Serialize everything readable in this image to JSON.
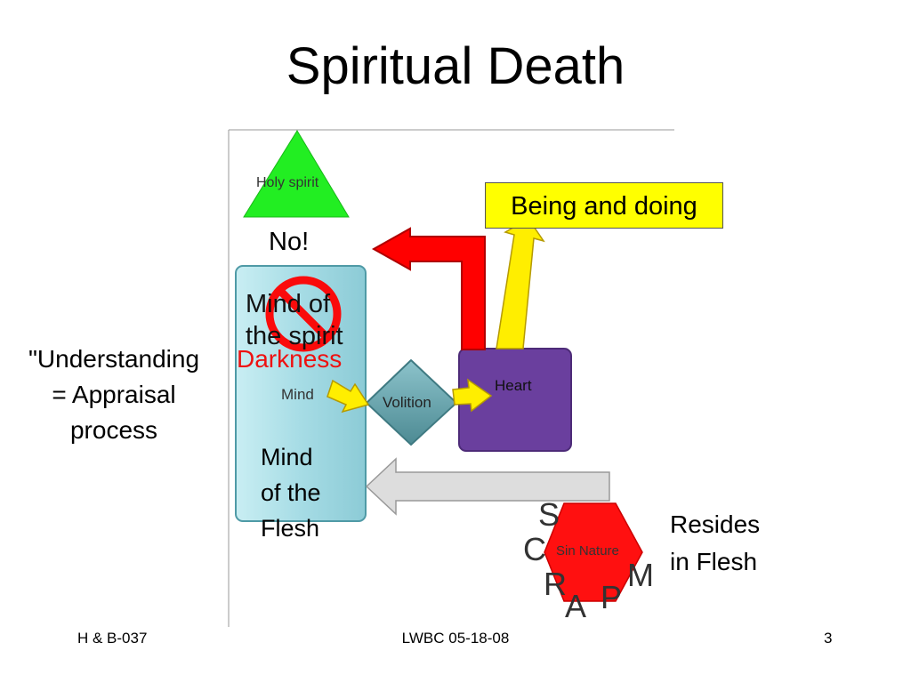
{
  "slide": {
    "title": "Spiritual Death"
  },
  "diagram": {
    "holy_spirit": "Holy spirit",
    "being_and_doing": "Being and doing",
    "no": "No!",
    "mind_of_spirit_line1": "Mind of",
    "mind_of_spirit_line2": "the spirit",
    "darkness": "Darkness",
    "mind": "Mind",
    "volition": "Volition",
    "heart": "Heart",
    "mind_of_flesh_line1": "Mind",
    "mind_of_flesh_line2": "of the",
    "mind_of_flesh_line3": "Flesh",
    "sin_nature": "Sin Nature",
    "letters": {
      "s": "S",
      "c": "C",
      "r": "R",
      "a": "A",
      "p": "P",
      "m": "M"
    },
    "resides_line1": "Resides",
    "resides_line2": "in Flesh"
  },
  "side_note": {
    "line1": "\"Understanding",
    "line2": "= Appraisal",
    "line3": "process"
  },
  "footer": {
    "left": "H & B-037",
    "center": "LWBC 05-18-08",
    "right": "3"
  },
  "colors": {
    "holy_spirit": "#22ee22",
    "mind_panel": "#a9dde6",
    "heart": "#6a3f9e",
    "volition": "#6aa3ac",
    "sin_nature": "#ff0f0f",
    "red_arrow": "#ff0000",
    "yellow_arrow": "#ffee00",
    "darkness_text": "#ee1111"
  }
}
